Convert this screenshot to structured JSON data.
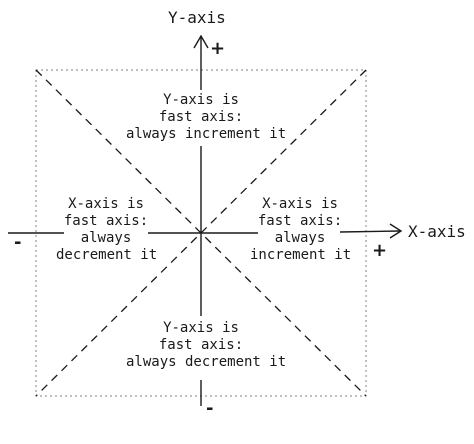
{
  "axes": {
    "y_title": "Y-axis",
    "x_title": "X-axis",
    "y_plus": "+",
    "y_minus": "-",
    "x_plus": "+",
    "x_minus": "-"
  },
  "regions": {
    "top": "Y-axis is\nfast axis:\nalways increment it",
    "bottom": "Y-axis is\nfast axis:\nalways decrement it",
    "left": "X-axis is\nfast axis:\nalways\ndecrement it",
    "right": "X-axis is\nfast axis:\nalways\nincrement it"
  },
  "colors": {
    "ink": "#1a1a1a",
    "dotted_box": "#9a9a9a"
  }
}
